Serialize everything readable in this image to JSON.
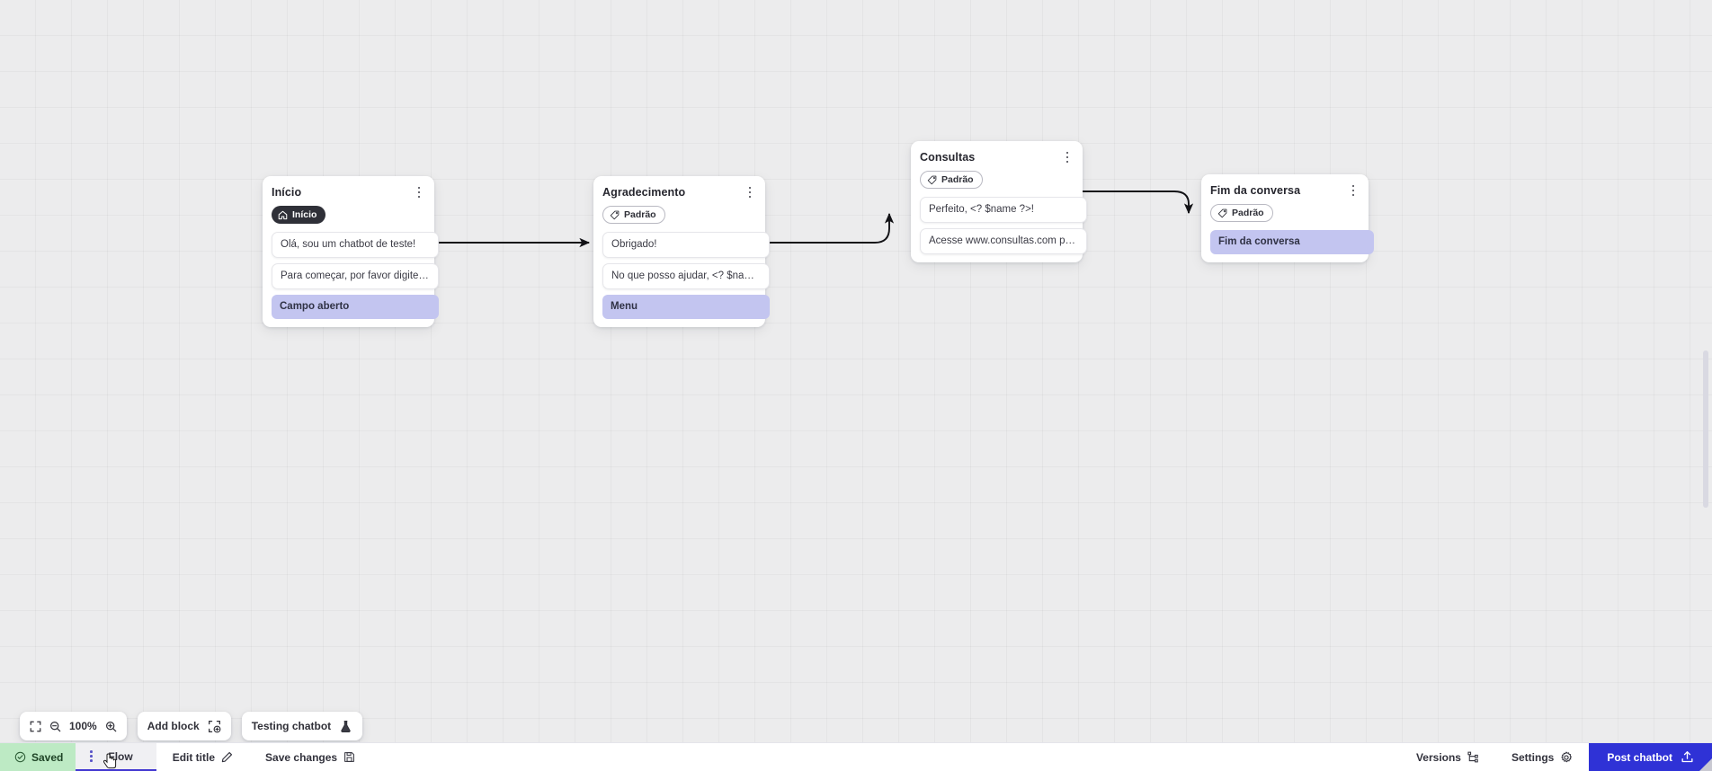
{
  "app": {
    "zoom_level": "100%"
  },
  "canvas": {
    "nodes": [
      {
        "id": "inicio",
        "title": "Início",
        "badge": {
          "text": "Início",
          "style": "dark",
          "icon": "home-icon"
        },
        "messages": [
          "Olá, sou um chatbot de teste!",
          "Para começar, por favor digite o ..."
        ],
        "chip": "Campo aberto"
      },
      {
        "id": "agradecimento",
        "title": "Agradecimento",
        "badge": {
          "text": "Padrão",
          "style": "outline",
          "icon": "tag-icon"
        },
        "messages": [
          "Obrigado!",
          "No que posso ajudar, <? $name ..."
        ],
        "chip": "Menu"
      },
      {
        "id": "consultas",
        "title": "Consultas",
        "badge": {
          "text": "Padrão",
          "style": "outline",
          "icon": "tag-icon"
        },
        "messages": [
          "Perfeito, <? $name ?>!",
          "Acesse www.consultas.com par..."
        ],
        "chip": null
      },
      {
        "id": "fim",
        "title": "Fim da conversa",
        "badge": {
          "text": "Padrão",
          "style": "outline",
          "icon": "tag-icon"
        },
        "messages": [],
        "chip": "Fim da conversa"
      }
    ],
    "edges": [
      {
        "from": "inicio",
        "to": "agradecimento",
        "shape": "straight"
      },
      {
        "from": "agradecimento",
        "to": "consultas",
        "shape": "curve-up"
      },
      {
        "from": "consultas",
        "to": "fim",
        "shape": "curve-down"
      }
    ]
  },
  "float_toolbar": {
    "fit_icon": "fit-screen-icon",
    "zoom_out_icon": "zoom-out-icon",
    "zoom_value": "100%",
    "zoom_in_icon": "zoom-in-icon",
    "add_block_label": "Add block",
    "add_block_icon": "add-block-icon",
    "testing_label": "Testing chatbot",
    "testing_icon": "flask-icon"
  },
  "bottom_bar": {
    "saved_label": "Saved",
    "saved_icon": "check-circle-icon",
    "saved_color": "#bdeac4",
    "flow_tab_label": "Flow",
    "flow_tab_icon": "drag-handle-icon",
    "edit_title_label": "Edit title",
    "edit_title_icon": "pencil-icon",
    "save_changes_label": "Save changes",
    "save_changes_icon": "floppy-disk-icon",
    "versions_label": "Versions",
    "versions_icon": "branch-icon",
    "settings_label": "Settings",
    "settings_icon": "gear-icon",
    "post_label": "Post chatbot",
    "post_icon": "upload-icon",
    "post_color": "#2f32d6"
  },
  "colors": {
    "canvas_bg": "#ececed",
    "chip_bg": "#c3c5f0",
    "badge_dark_bg": "#2f3038",
    "accent": "#2f32d6"
  }
}
